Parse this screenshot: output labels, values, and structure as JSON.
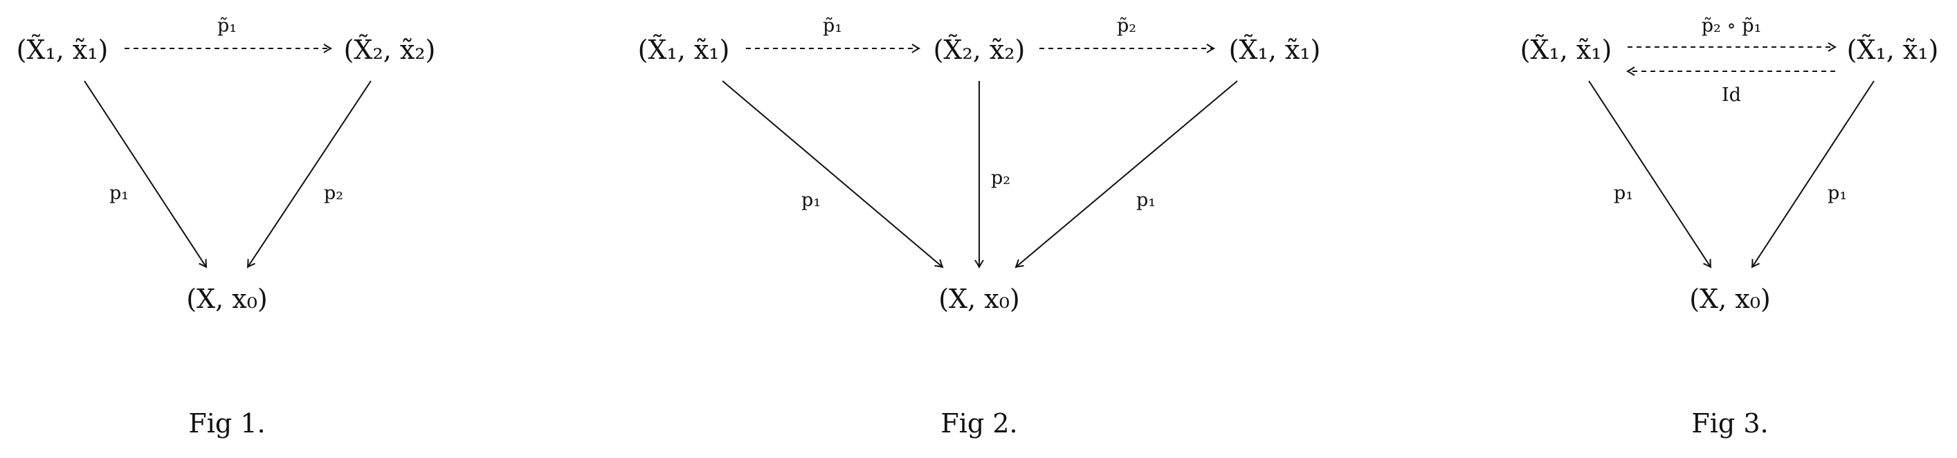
{
  "figures": [
    {
      "caption": "Fig 1.",
      "nodes": {
        "top_left": "(X̃₁, x̃₁)",
        "top_right": "(X̃₂, x̃₂)",
        "bottom": "(X, x₀)"
      },
      "arrows": {
        "top": "p̃₁",
        "left": "p₁",
        "right": "p₂"
      }
    },
    {
      "caption": "Fig 2.",
      "nodes": {
        "top_left": "(X̃₁, x̃₁)",
        "top_middle": "(X̃₂, x̃₂)",
        "top_right": "(X̃₁, x̃₁)",
        "bottom": "(X, x₀)"
      },
      "arrows": {
        "top_first": "p̃₁",
        "top_second": "p̃₂",
        "left": "p₁",
        "middle": "p₂",
        "right": "p₁"
      }
    },
    {
      "caption": "Fig 3.",
      "nodes": {
        "top_left": "(X̃₁, x̃₁)",
        "top_right": "(X̃₁, x̃₁)",
        "bottom": "(X, x₀)"
      },
      "arrows": {
        "forward": "p̃₂ ∘ p̃₁",
        "back": "Id",
        "left": "p₁",
        "right": "p₁"
      }
    }
  ]
}
